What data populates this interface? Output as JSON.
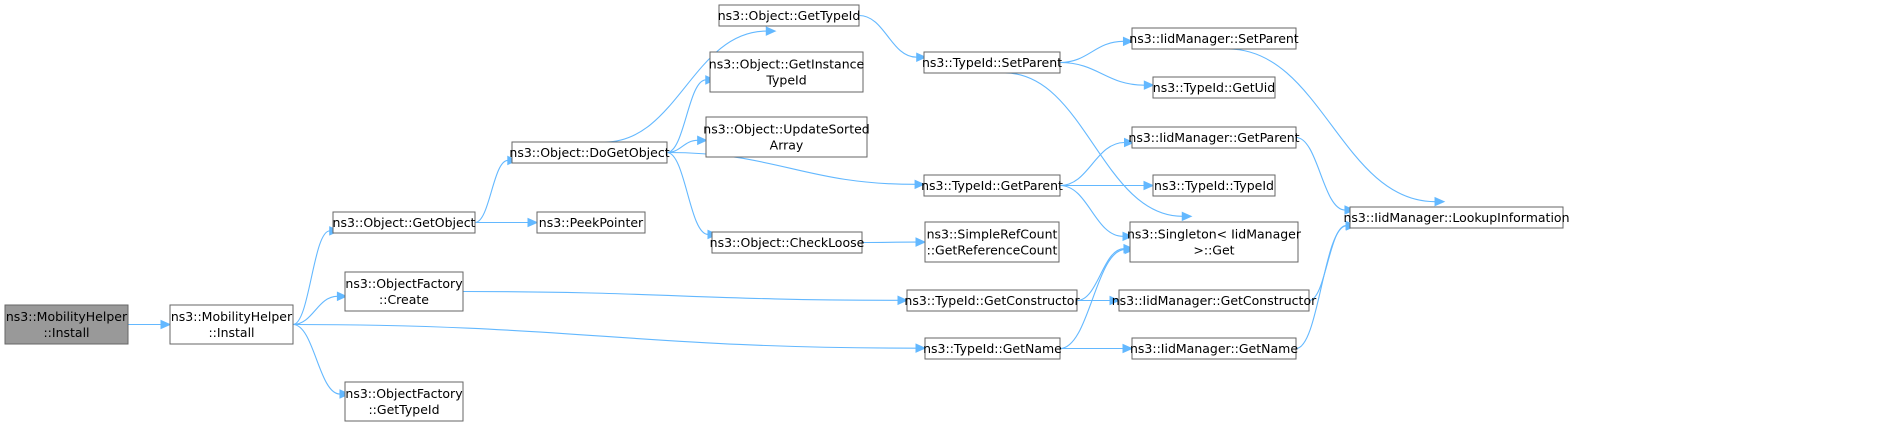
{
  "colors": {
    "edge": "#63b8ff",
    "root_fill": "#999999",
    "node_border": "#666666"
  },
  "nodes": [
    {
      "id": "n0",
      "lines": [
        "ns3::MobilityHelper",
        "::Install"
      ],
      "root": true
    },
    {
      "id": "n1",
      "lines": [
        "ns3::MobilityHelper",
        "::Install"
      ]
    },
    {
      "id": "n2",
      "lines": [
        "ns3::Object::GetObject"
      ]
    },
    {
      "id": "n3",
      "lines": [
        "ns3::ObjectFactory",
        "::Create"
      ]
    },
    {
      "id": "n4",
      "lines": [
        "ns3::ObjectFactory",
        "::GetTypeId"
      ]
    },
    {
      "id": "n5",
      "lines": [
        "ns3::Object::DoGetObject"
      ]
    },
    {
      "id": "n6",
      "lines": [
        "ns3::PeekPointer"
      ]
    },
    {
      "id": "n7",
      "lines": [
        "ns3::Object::GetTypeId"
      ]
    },
    {
      "id": "n8",
      "lines": [
        "ns3::Object::GetInstance",
        "TypeId"
      ]
    },
    {
      "id": "n9",
      "lines": [
        "ns3::Object::UpdateSorted",
        "Array"
      ]
    },
    {
      "id": "n10",
      "lines": [
        "ns3::Object::CheckLoose"
      ]
    },
    {
      "id": "n11",
      "lines": [
        "ns3::TypeId::SetParent"
      ]
    },
    {
      "id": "n12",
      "lines": [
        "ns3::TypeId::GetParent"
      ]
    },
    {
      "id": "n13",
      "lines": [
        "ns3::SimpleRefCount",
        "::GetReferenceCount"
      ]
    },
    {
      "id": "n14",
      "lines": [
        "ns3::TypeId::GetConstructor"
      ]
    },
    {
      "id": "n15",
      "lines": [
        "ns3::TypeId::GetName"
      ]
    },
    {
      "id": "n16",
      "lines": [
        "ns3::IidManager::SetParent"
      ]
    },
    {
      "id": "n17",
      "lines": [
        "ns3::TypeId::GetUid"
      ]
    },
    {
      "id": "n18",
      "lines": [
        "ns3::IidManager::GetParent"
      ]
    },
    {
      "id": "n19",
      "lines": [
        "ns3::TypeId::TypeId"
      ]
    },
    {
      "id": "n20",
      "lines": [
        "ns3::Singleton< IidManager",
        " >::Get"
      ]
    },
    {
      "id": "n21",
      "lines": [
        "ns3::IidManager::GetConstructor"
      ]
    },
    {
      "id": "n22",
      "lines": [
        "ns3::IidManager::GetName"
      ]
    },
    {
      "id": "n23",
      "lines": [
        "ns3::IidManager::LookupInformation"
      ]
    }
  ],
  "edges": [
    [
      "n0",
      "n1"
    ],
    [
      "n1",
      "n2"
    ],
    [
      "n1",
      "n3"
    ],
    [
      "n1",
      "n4"
    ],
    [
      "n1",
      "n15"
    ],
    [
      "n2",
      "n5"
    ],
    [
      "n2",
      "n6"
    ],
    [
      "n5",
      "n7"
    ],
    [
      "n5",
      "n8"
    ],
    [
      "n5",
      "n9"
    ],
    [
      "n5",
      "n10"
    ],
    [
      "n5",
      "n12"
    ],
    [
      "n7",
      "n11"
    ],
    [
      "n11",
      "n16"
    ],
    [
      "n11",
      "n17"
    ],
    [
      "n11",
      "n20"
    ],
    [
      "n16",
      "n23"
    ],
    [
      "n12",
      "n18"
    ],
    [
      "n12",
      "n19"
    ],
    [
      "n12",
      "n20"
    ],
    [
      "n18",
      "n23"
    ],
    [
      "n10",
      "n13"
    ],
    [
      "n3",
      "n14"
    ],
    [
      "n14",
      "n20"
    ],
    [
      "n14",
      "n21"
    ],
    [
      "n21",
      "n23"
    ],
    [
      "n15",
      "n20"
    ],
    [
      "n15",
      "n22"
    ],
    [
      "n22",
      "n23"
    ]
  ]
}
